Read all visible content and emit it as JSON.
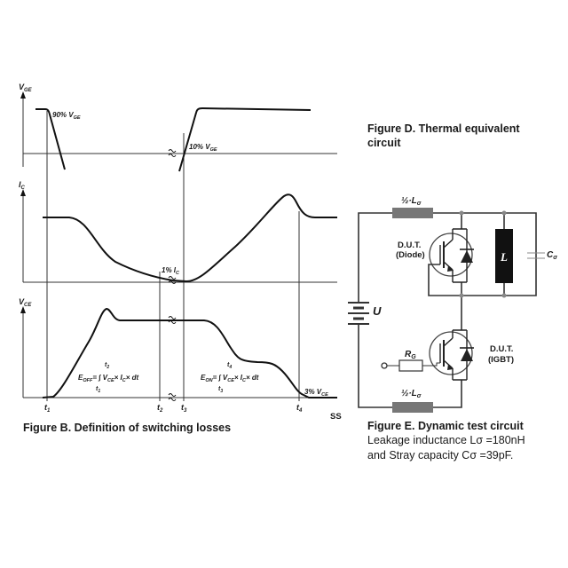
{
  "waveforms": {
    "vge_axis": "V",
    "vge_sub": "GE",
    "ic_axis": "I",
    "ic_sub": "C",
    "vce_axis": "V",
    "vce_sub": "CE",
    "label_90": "90% V",
    "label_90_sub": "GE",
    "label_10": "10% V",
    "label_10_sub": "GE",
    "label_1": "1% I",
    "label_1_sub": "C",
    "label_3": "3% V",
    "label_3_sub": "CE",
    "eoff_formula": "Eₒₔₔ = ∫ Vᴄᴇ × Iᴄ × dt",
    "eoff_E": "E",
    "eoff_sub": "OFF",
    "eoff_rest": "= ∫ V",
    "eon_E": "E",
    "eon_sub": "ON",
    "ce_sub": "CE",
    "times_ic": "× I",
    "c_sub": "C",
    "times_dt": "× dt",
    "int_upper_off": "t",
    "int_upper_off_sub": "2",
    "int_lower_off": "t",
    "int_lower_off_sub": "1",
    "int_upper_on_sub": "4",
    "int_lower_on_sub": "3",
    "t1": "t",
    "t1_sub": "1",
    "t2": "t",
    "t2_sub": "2",
    "t3": "t",
    "t3_sub": "3",
    "t4": "t",
    "t4_sub": "4",
    "corner_mark": "SS",
    "caption": "Figure B. Definition of switching losses"
  },
  "thermal": {
    "caption_line1": "Figure D. Thermal equivalent",
    "caption_line2": "circuit"
  },
  "test_circuit": {
    "half_l_top": "½·L",
    "half_l_top_sub": "σ",
    "half_l_bot": "½·L",
    "half_l_bot_sub": "σ",
    "dut_diode_line1": "D.U.T.",
    "dut_diode_line2": "(Diode)",
    "dut_igbt_line1": "D.U.T.",
    "dut_igbt_line2": "(IGBT)",
    "inductor_label": "L",
    "cap_label": "C",
    "cap_sub": "σ",
    "source_label": "U",
    "rg_label": "R",
    "rg_sub": "G",
    "caption": "Figure E. Dynamic test circuit",
    "note1": "Leakage inductance Lσ  =180nH",
    "note2": "and  Stray capacity  Cσ  =39pF."
  },
  "colors": {
    "ink": "#111111",
    "component": "#777777",
    "inductor_fill": "#111111"
  }
}
